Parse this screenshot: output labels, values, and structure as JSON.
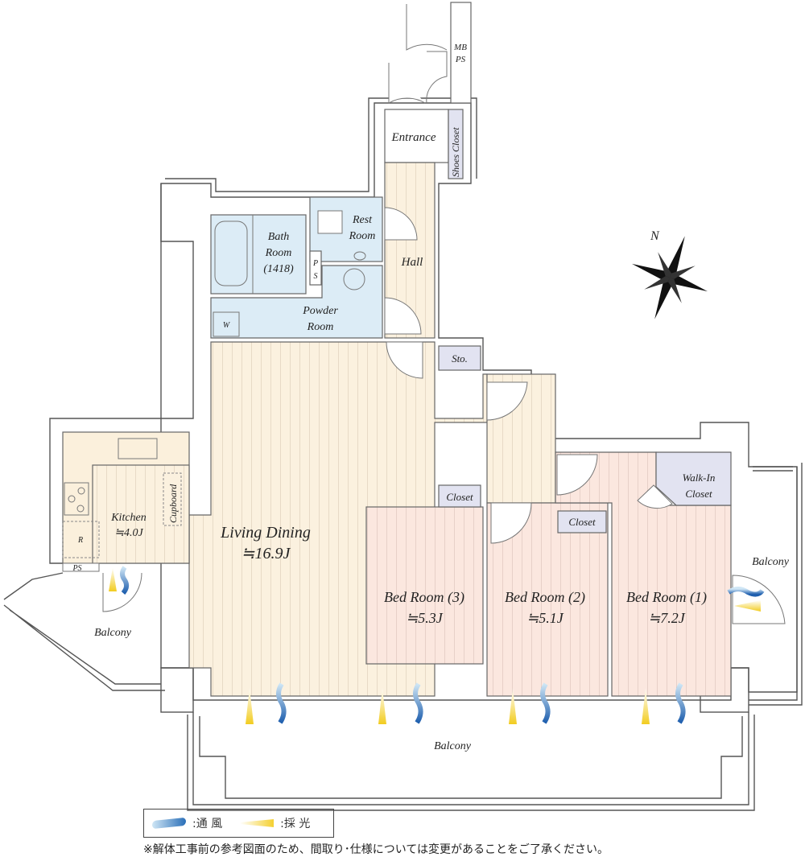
{
  "rooms": {
    "mb_ps": [
      "MB",
      "PS"
    ],
    "entrance": "Entrance",
    "shoes_closet": "Shoes Closet",
    "hall": "Hall",
    "rest_room": [
      "Rest",
      "Room"
    ],
    "bath_room": [
      "Bath",
      "Room",
      "(1418)"
    ],
    "ps": [
      "P",
      "S"
    ],
    "powder_room": [
      "Powder",
      "Room"
    ],
    "washer": "W",
    "storage": "Sto.",
    "kitchen": "Kitchen",
    "kitchen_size": "≒4.0J",
    "cupboard": "Cupboard",
    "refrigerator": "R",
    "kitchen_ps": "PS",
    "living_dining": "Living Dining",
    "living_dining_size": "≒16.9J",
    "closet_3": "Closet",
    "bed_room_3": "Bed Room (3)",
    "bed_room_3_size": "≒5.3J",
    "closet_2": "Closet",
    "bed_room_2": "Bed Room (2)",
    "bed_room_2_size": "≒5.1J",
    "walk_in_closet": [
      "Walk-In",
      "Closet"
    ],
    "bed_room_1": "Bed Room (1)",
    "bed_room_1_size": "≒7.2J",
    "balcony_left": "Balcony",
    "balcony_right": "Balcony",
    "balcony_bottom": "Balcony"
  },
  "compass": {
    "label": "N"
  },
  "legend": {
    "ventilation": ":通 風",
    "daylight": ":採 光",
    "colors": {
      "ventilation": "#2a6fb8",
      "daylight": "#f4d030"
    }
  },
  "note": "※解体工事前の参考図面のため、間取り･仕様については変更があることをご了承ください。"
}
